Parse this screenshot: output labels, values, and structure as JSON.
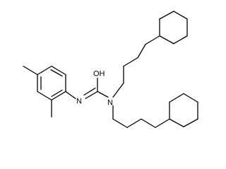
{
  "molecule": {
    "atoms": {
      "oxygen": "OH",
      "imine_nitrogen": "N",
      "amine_nitrogen": "N"
    },
    "colors": {
      "bond": "#000000",
      "label": "#000000",
      "background": "#ffffff"
    }
  }
}
